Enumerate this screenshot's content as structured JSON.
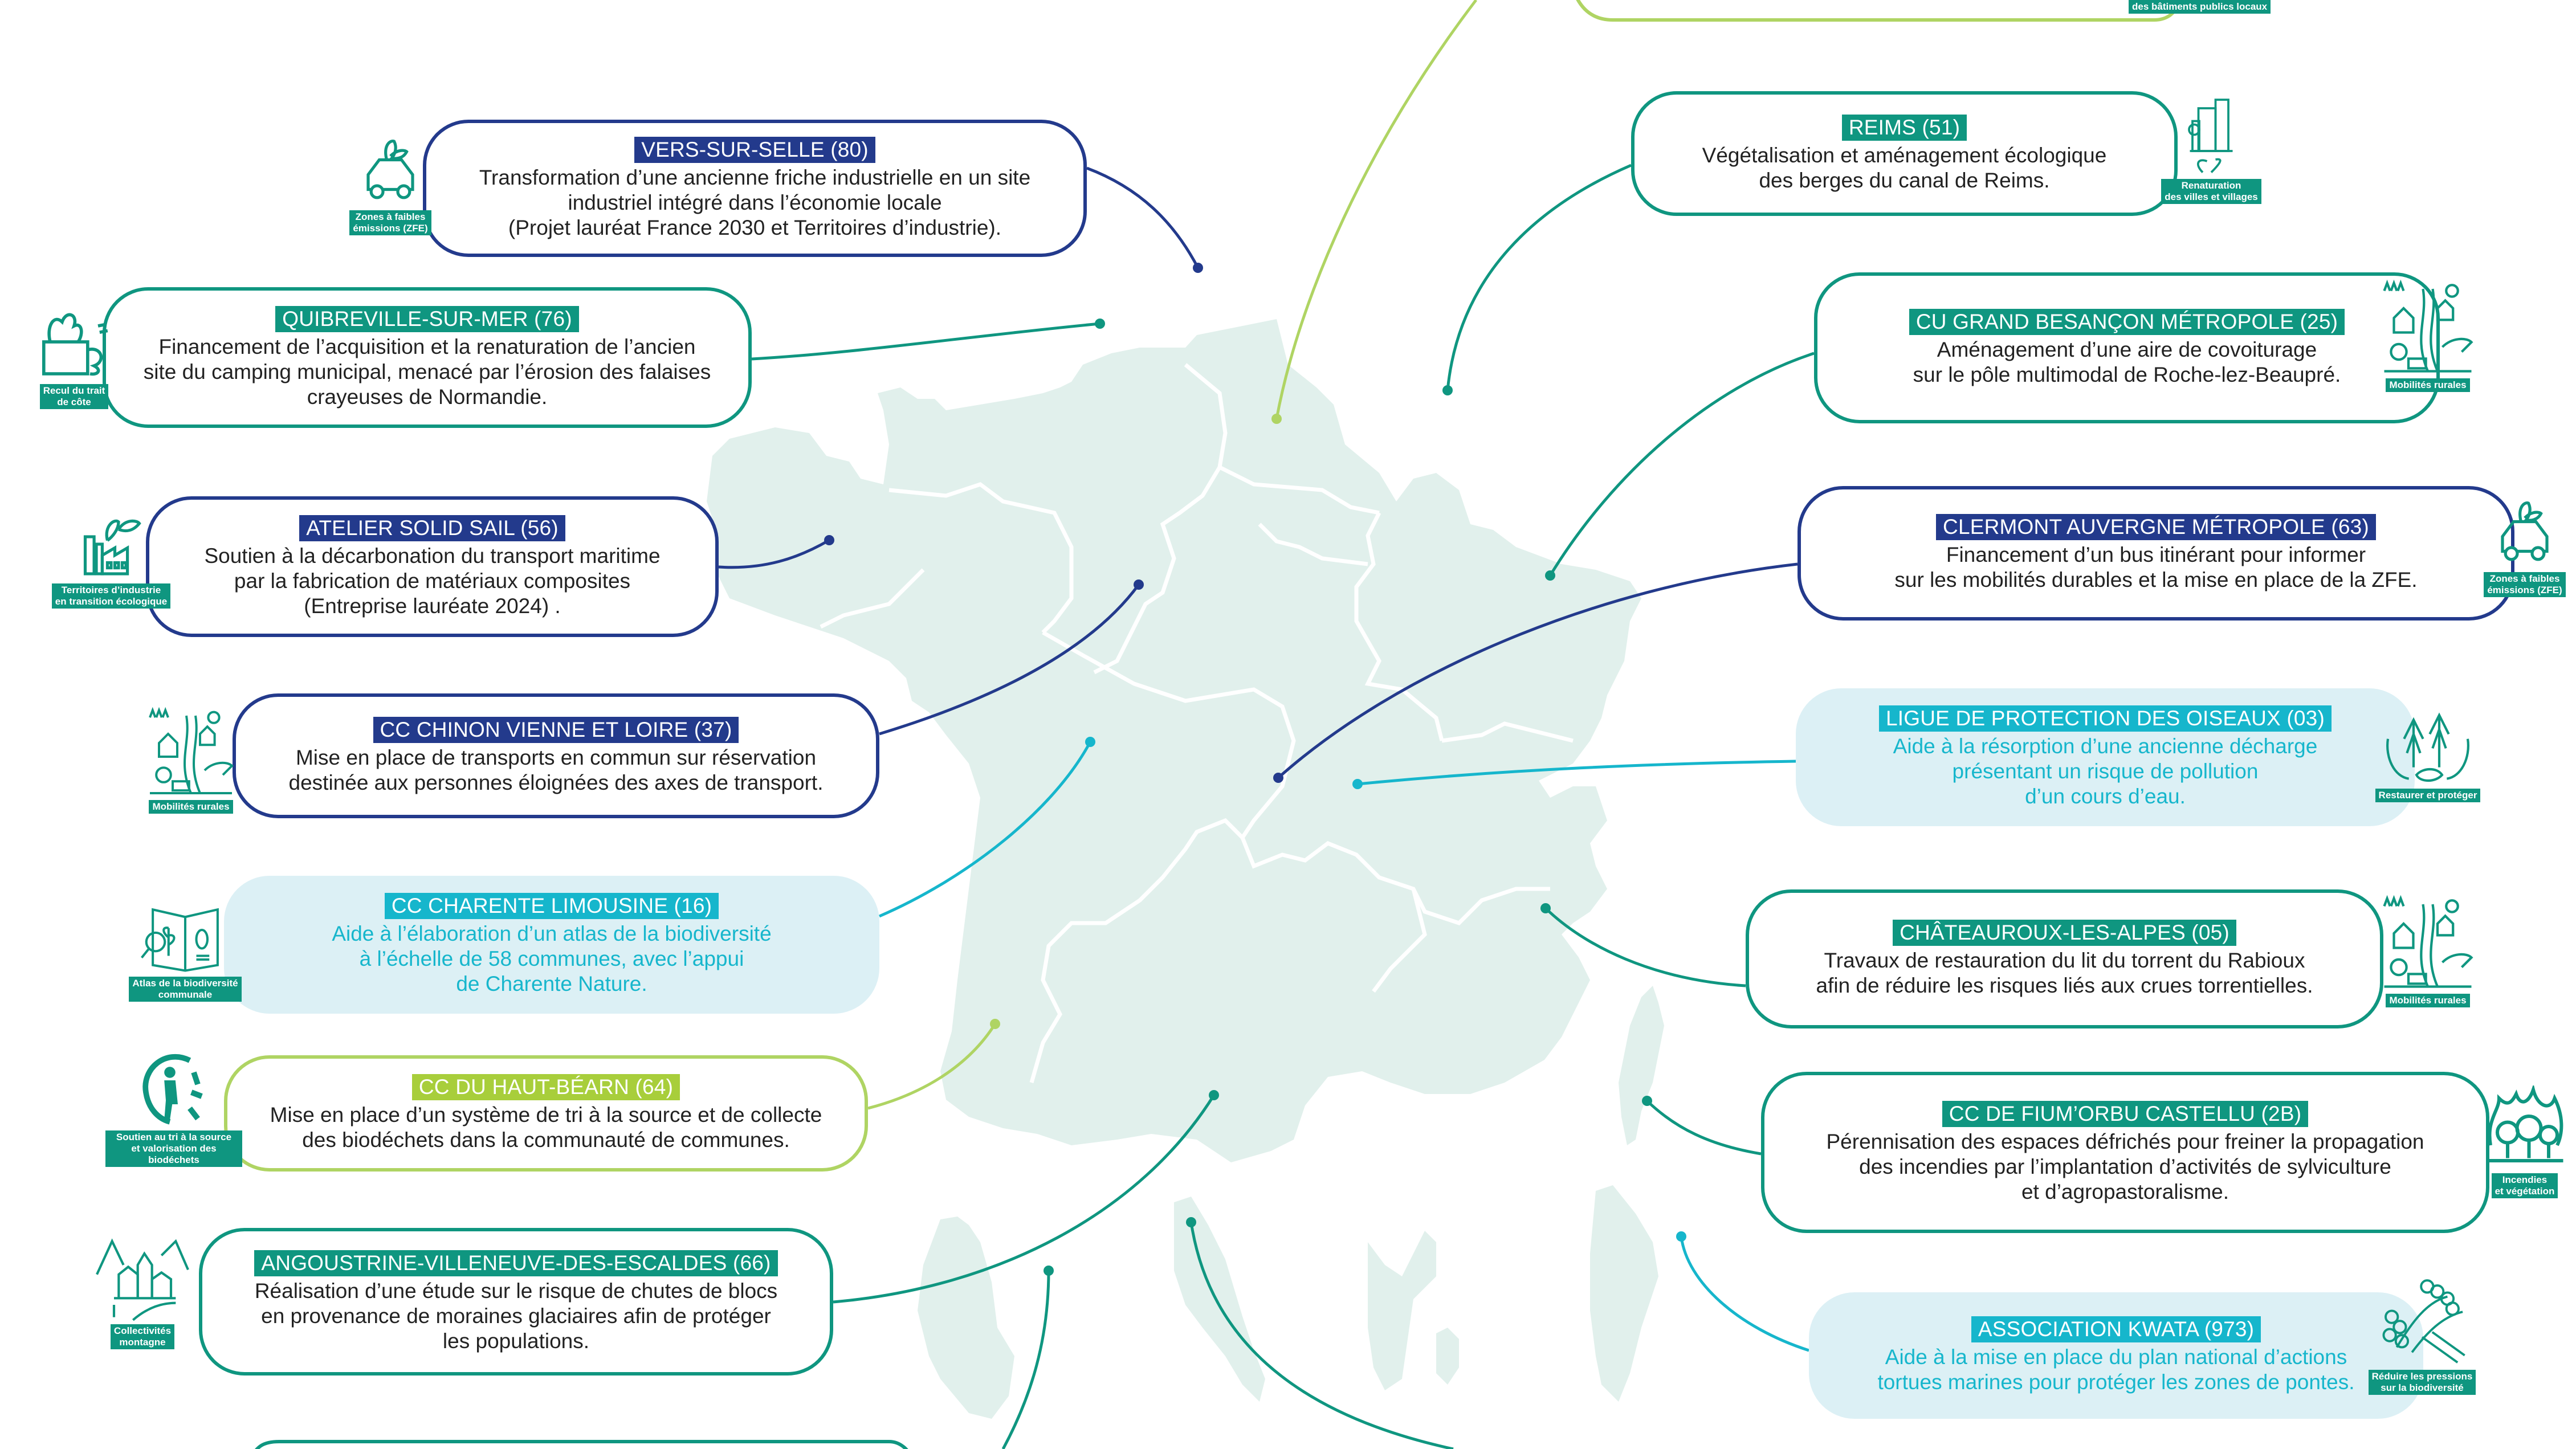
{
  "colors": {
    "navy": "#233a8c",
    "teal": "#0f9680",
    "lime": "#afd463",
    "sky": "#16b6cc",
    "sky_bg": "#dcf0f5",
    "map_fill": "#e1f0ec",
    "map_border": "#ffffff"
  },
  "top_partial": {
    "theme_tag": "des bâtiments publics locaux"
  },
  "cards_left": [
    {
      "title": "VERS-SUR-SELLE (80)",
      "description": "Transformation d’une ancienne friche industrielle en un site\nindustriel intégré dans l’économie locale\n(Projet lauréat France 2030 et Territoires d’industrie).",
      "style": "navy",
      "theme": "Zones à faibles\némissions (ZFE)",
      "theme_icon": "electric-car-icon"
    },
    {
      "title": "QUIBREVILLE-SUR-MER (76)",
      "description": "Financement de l’acquisition et la renaturation de l’ancien\nsite du camping municipal, menacé par l’érosion des falaises\ncrayeuses de Normandie.",
      "style": "teal",
      "theme": "Recul du trait\nde côte",
      "theme_icon": "coastal-erosion-icon"
    },
    {
      "title": "ATELIER SOLID SAIL (56)",
      "description": "Soutien à la décarbonation du transport maritime\npar la fabrication de matériaux composites\n(Entreprise lauréate 2024) .",
      "style": "navy",
      "theme": "Territoires d’industrie\nen transition écologique",
      "theme_icon": "green-factory-icon"
    },
    {
      "title": "CC CHINON VIENNE ET LOIRE (37)",
      "description": "Mise en place de transports en commun sur réservation\ndestinée aux personnes éloignées des axes de transport.",
      "style": "navy",
      "theme": "Mobilités rurales",
      "theme_icon": "rural-village-icon"
    },
    {
      "title": "CC CHARENTE LIMOUSINE (16)",
      "description": "Aide à l’élaboration d’un atlas de la biodiversité\nà l’échelle de 58 communes, avec l’appui\nde Charente Nature.",
      "style": "sky",
      "theme": "Atlas de la biodiversité\ncommunale",
      "theme_icon": "biodiversity-atlas-book-icon"
    },
    {
      "title": "CC DU HAUT-BÉARN (64)",
      "description": "Mise en place d’un système de tri à la source et de collecte\ndes biodéchets dans la communauté de communes.",
      "style": "lime",
      "theme": "Soutien au tri à la source\net valorisation des biodéchets",
      "theme_icon": "recycling-person-icon"
    },
    {
      "title": "ANGOUSTRINE-VILLENEUVE-DES-ESCALDES (66)",
      "description": "Réalisation d’une étude sur le risque de chutes de blocs\nen provenance de moraines glaciaires afin de protéger\nles populations.",
      "style": "teal",
      "theme": "Collectivités\nmontagne",
      "theme_icon": "mountain-village-icon"
    }
  ],
  "cards_right": [
    {
      "title": "REIMS (51)",
      "description": "Végétalisation et aménagement écologique\ndes berges du canal de Reims.",
      "style": "teal",
      "theme": "Renaturation\ndes villes et villages",
      "theme_icon": "green-city-icon"
    },
    {
      "title": "CU GRAND BESANÇON MÉTROPOLE (25)",
      "description": "Aménagement d’une aire de covoiturage\nsur le pôle multimodal de Roche-lez-Beaupré.",
      "style": "teal",
      "theme": "Mobilités rurales",
      "theme_icon": "rural-village-icon"
    },
    {
      "title": "CLERMONT AUVERGNE MÉTROPOLE (63)",
      "description": "Financement d’un bus itinérant pour informer\nsur les mobilités durables et la mise en place de la ZFE.",
      "style": "navy",
      "theme": "Zones à faibles\némissions (ZFE)",
      "theme_icon": "electric-car-icon"
    },
    {
      "title": "LIGUE DE PROTECTION DES OISEAUX (03)",
      "description": "Aide à la résorption d’une ancienne décharge\nprésentant un risque de pollution\nd’un cours d’eau.",
      "style": "sky",
      "theme": "Restaurer et protéger",
      "theme_icon": "hands-forest-icon"
    },
    {
      "title": "CHÂTEAUROUX-LES-ALPES (05)",
      "description": "Travaux de restauration du lit du torrent du Rabioux\nafin de réduire les risques liés aux crues torrentielles.",
      "style": "teal",
      "theme": "Mobilités rurales",
      "theme_icon": "rural-village-icon"
    },
    {
      "title": "CC DE FIUM’ORBU CASTELLU (2B)",
      "description": "Pérennisation des espaces défrichés pour freiner la propagation\ndes incendies par l’implantation d’activités de sylviculture\net d’agropastoralisme.",
      "style": "teal",
      "theme": "Incendies\net végétation",
      "theme_icon": "forest-fire-icon"
    },
    {
      "title": "ASSOCIATION KWATA (973)",
      "description": "Aide à la mise en place du plan national d’actions\ntortues marines pour protéger les zones de pontes.",
      "style": "sky",
      "theme": "Réduire les pressions\nsur la biodiversité",
      "theme_icon": "forest-slope-icon"
    }
  ]
}
